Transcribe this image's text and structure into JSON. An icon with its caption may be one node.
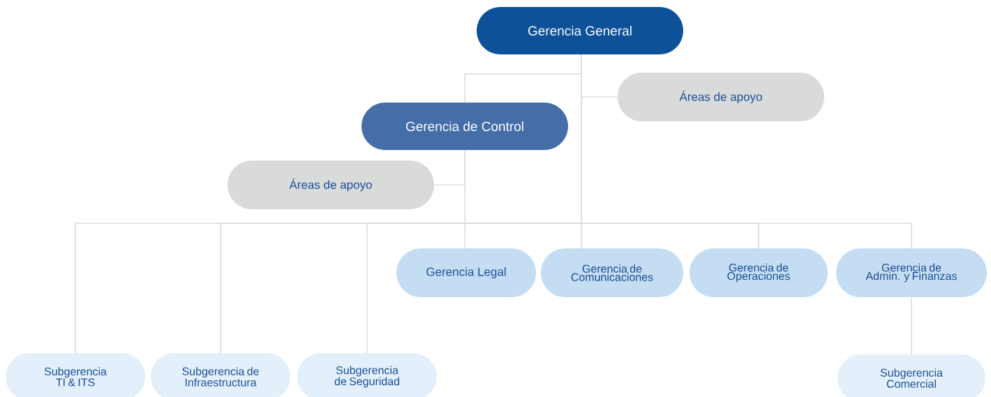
{
  "diagram": {
    "nodes": [
      {
        "text": [
          "Gerencia General"
        ]
      },
      {
        "text": [
          "Áreas de apoyo"
        ]
      },
      {
        "text": [
          "Gerencia de Control"
        ]
      },
      {
        "text": [
          "Áreas de apoyo"
        ]
      },
      {
        "text": [
          "Gerencia Legal"
        ]
      },
      {
        "text": [
          "Gerencia de Comunicaciones"
        ]
      },
      {
        "text": [
          "Gerencia de Operaciones"
        ]
      },
      {
        "text": [
          "Gerencia de Admin. y Finanzas"
        ]
      },
      {
        "text": [
          "Subgerencia TI & ITS"
        ]
      },
      {
        "text": [
          "Subgerencia de Infraestructura"
        ]
      },
      {
        "text": [
          "Subgerencia de Seguridad"
        ]
      },
      {
        "text": [
          "Subgerencia Comercial"
        ]
      }
    ],
    "edges": [
      {
        "from": 0,
        "to": 1,
        "arrow": "none"
      },
      {
        "from": 0,
        "to": 2,
        "arrow": "none"
      },
      {
        "from": 2,
        "to": 3,
        "arrow": "none"
      },
      {
        "from": 2,
        "to": 4,
        "arrow": "none"
      },
      {
        "from": 0,
        "to": 5,
        "arrow": "none"
      },
      {
        "from": 0,
        "to": 6,
        "arrow": "none"
      },
      {
        "from": 0,
        "to": 7,
        "arrow": "none"
      },
      {
        "from": 0,
        "to": 8,
        "arrow": "none"
      },
      {
        "from": 0,
        "to": 9,
        "arrow": "none"
      },
      {
        "from": 0,
        "to": 10,
        "arrow": "none"
      },
      {
        "from": 7,
        "to": 11,
        "arrow": "none"
      }
    ]
  }
}
